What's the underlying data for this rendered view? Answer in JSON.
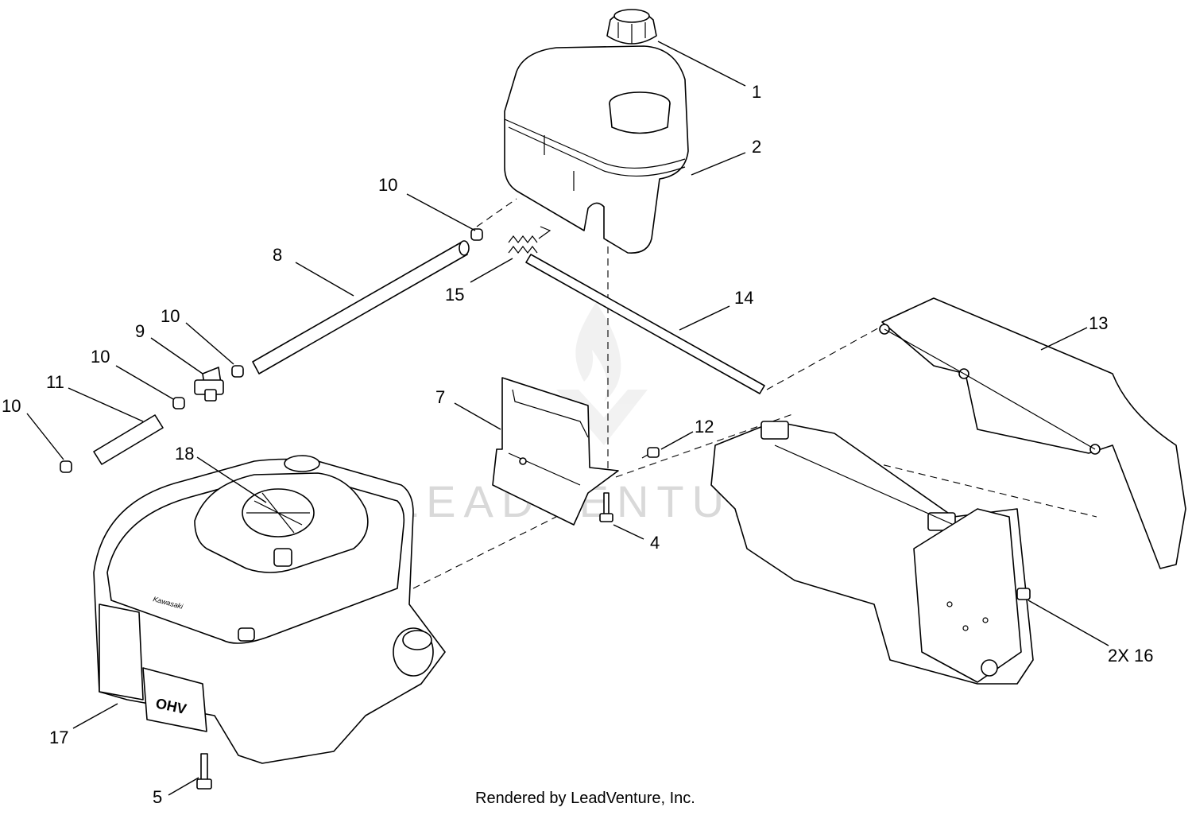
{
  "diagram": {
    "callouts": [
      {
        "id": "c1",
        "label": "1"
      },
      {
        "id": "c2",
        "label": "2"
      },
      {
        "id": "c10a",
        "label": "10"
      },
      {
        "id": "c8",
        "label": "8"
      },
      {
        "id": "c15",
        "label": "15"
      },
      {
        "id": "c14",
        "label": "14"
      },
      {
        "id": "c10b",
        "label": "10"
      },
      {
        "id": "c9",
        "label": "9"
      },
      {
        "id": "c10c",
        "label": "10"
      },
      {
        "id": "c11",
        "label": "11"
      },
      {
        "id": "c10d",
        "label": "10"
      },
      {
        "id": "c7",
        "label": "7"
      },
      {
        "id": "c12",
        "label": "12"
      },
      {
        "id": "c13",
        "label": "13"
      },
      {
        "id": "c18",
        "label": "18"
      },
      {
        "id": "c4",
        "label": "4"
      },
      {
        "id": "c16",
        "label": "2X 16"
      },
      {
        "id": "c17",
        "label": "17"
      },
      {
        "id": "c5",
        "label": "5"
      }
    ],
    "engine_badge": "OHV",
    "engine_brand": "Kawasaki",
    "watermark": "LEADVENTURE",
    "footer": "Rendered by LeadVenture, Inc."
  }
}
